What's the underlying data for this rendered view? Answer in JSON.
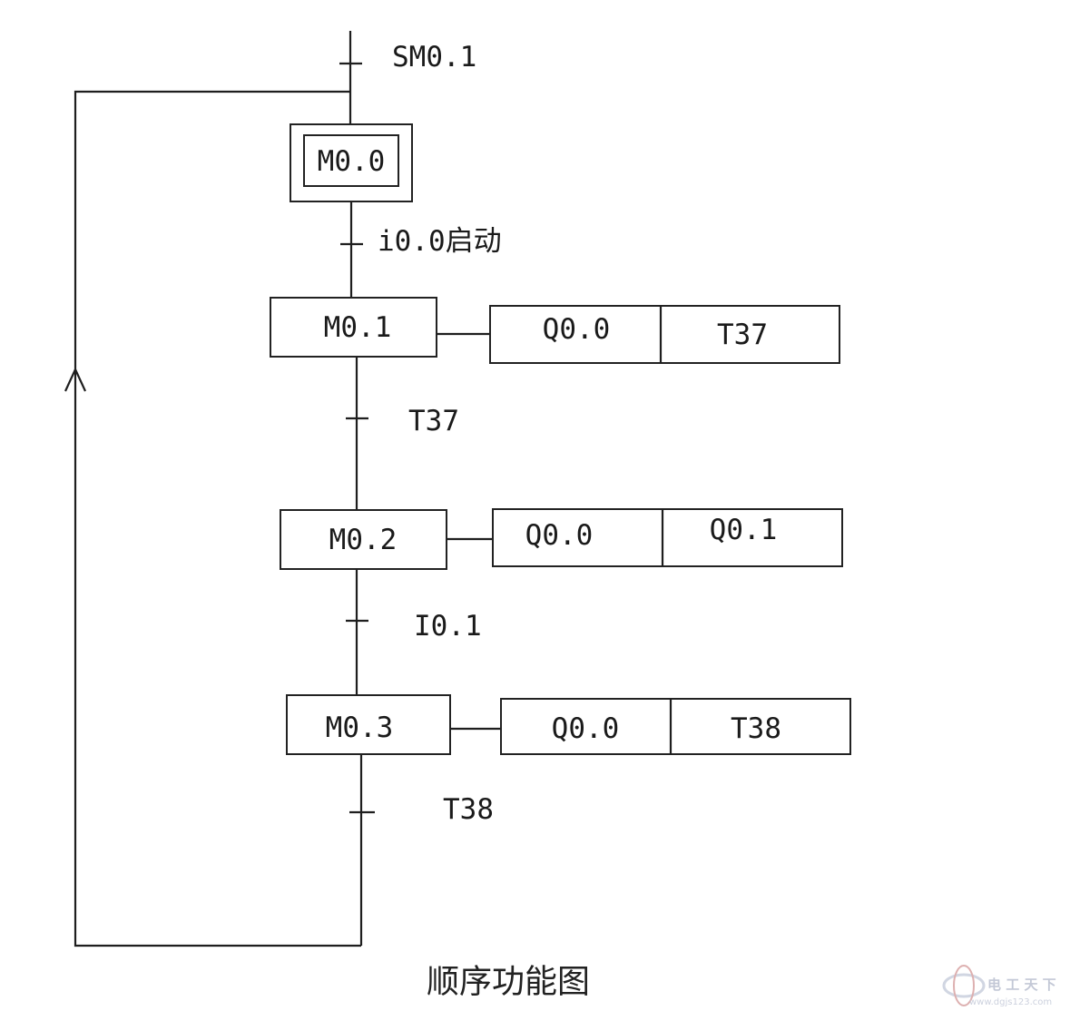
{
  "diagram": {
    "initial_step": {
      "label": "M0.0",
      "transition_in": "SM0.1"
    },
    "steps": [
      {
        "label": "M0.1",
        "transition_in": "i0.0启动",
        "actions": [
          "Q0.0",
          "T37"
        ]
      },
      {
        "label": "M0.2",
        "transition_in": "T37",
        "actions": [
          "Q0.0",
          "Q0.1"
        ]
      },
      {
        "label": "M0.3",
        "transition_in": "I0.1",
        "actions": [
          "Q0.0",
          "T38"
        ]
      }
    ],
    "return_transition": "T38"
  },
  "caption": "顺序功能图",
  "watermark": {
    "text": "电 工 天 下",
    "sub": "www.dgjs123.com"
  }
}
